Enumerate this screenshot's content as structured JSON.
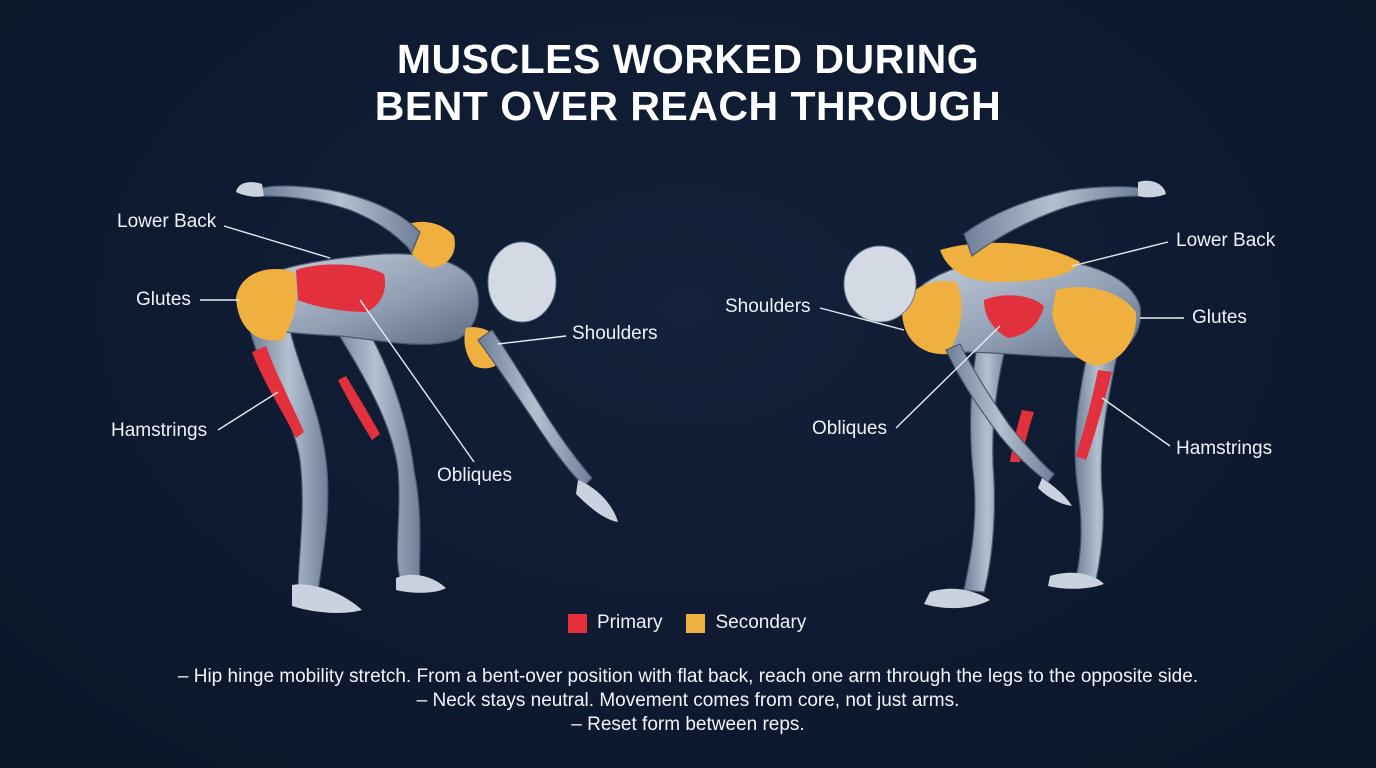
{
  "title": {
    "line1": "MUSCLES WORKED DURING",
    "line2": "BENT OVER REACH THROUGH"
  },
  "left_figure": {
    "labels": {
      "lower_back": "Lower Back",
      "glutes": "Glutes",
      "hamstrings": "Hamstrings",
      "shoulders": "Shoulders",
      "obliques": "Obliques"
    }
  },
  "right_figure": {
    "labels": {
      "lower_back": "Lower Back",
      "glutes": "Glutes",
      "hamstrings": "Hamstrings",
      "shoulders": "Shoulders",
      "obliques": "Obliques"
    }
  },
  "legend": {
    "primary": {
      "label": "Primary",
      "color": "#e2313c"
    },
    "secondary": {
      "label": "Secondary",
      "color": "#f0b040"
    }
  },
  "notes": [
    "– Hip hinge mobility stretch. From a bent-over position with flat back, reach one arm through the legs to the opposite side.",
    "– Neck stays neutral. Movement comes from core, not just arms.",
    "– Reset form between reps."
  ]
}
